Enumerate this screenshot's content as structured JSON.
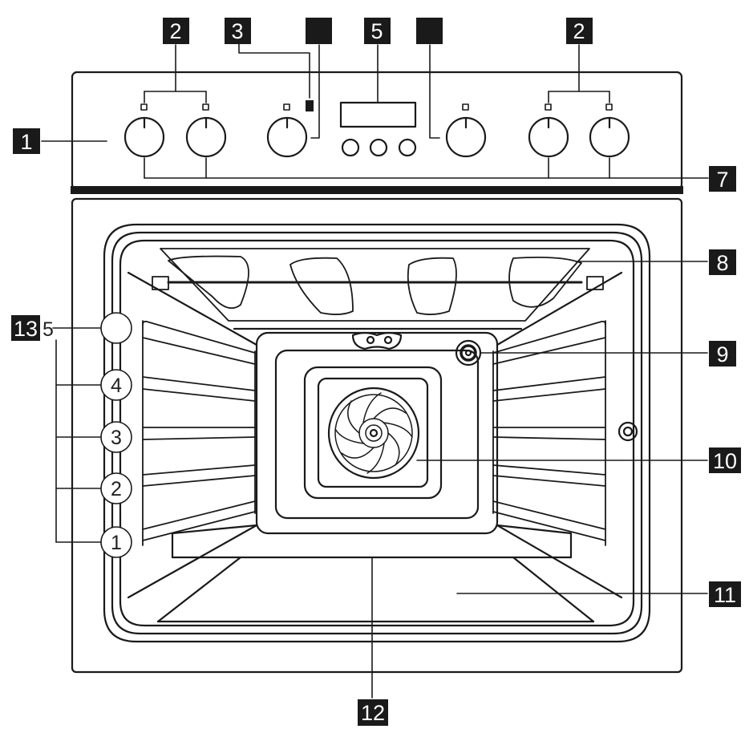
{
  "colors": {
    "line": "#1a1a1a",
    "label_bg": "#1a1a1a",
    "label_text": "#ffffff",
    "background": "#ffffff"
  },
  "callouts": {
    "c1": "1",
    "c2_left": "2",
    "c2_right": "2",
    "c3": "3",
    "c4": "",
    "c5": "5",
    "c6": "",
    "c7": "7",
    "c8": "8",
    "c9": "9",
    "c10": "10",
    "c11": "11",
    "c12": "12",
    "c13": "13"
  },
  "shelf_positions": [
    "5",
    "4",
    "3",
    "2",
    "1"
  ]
}
